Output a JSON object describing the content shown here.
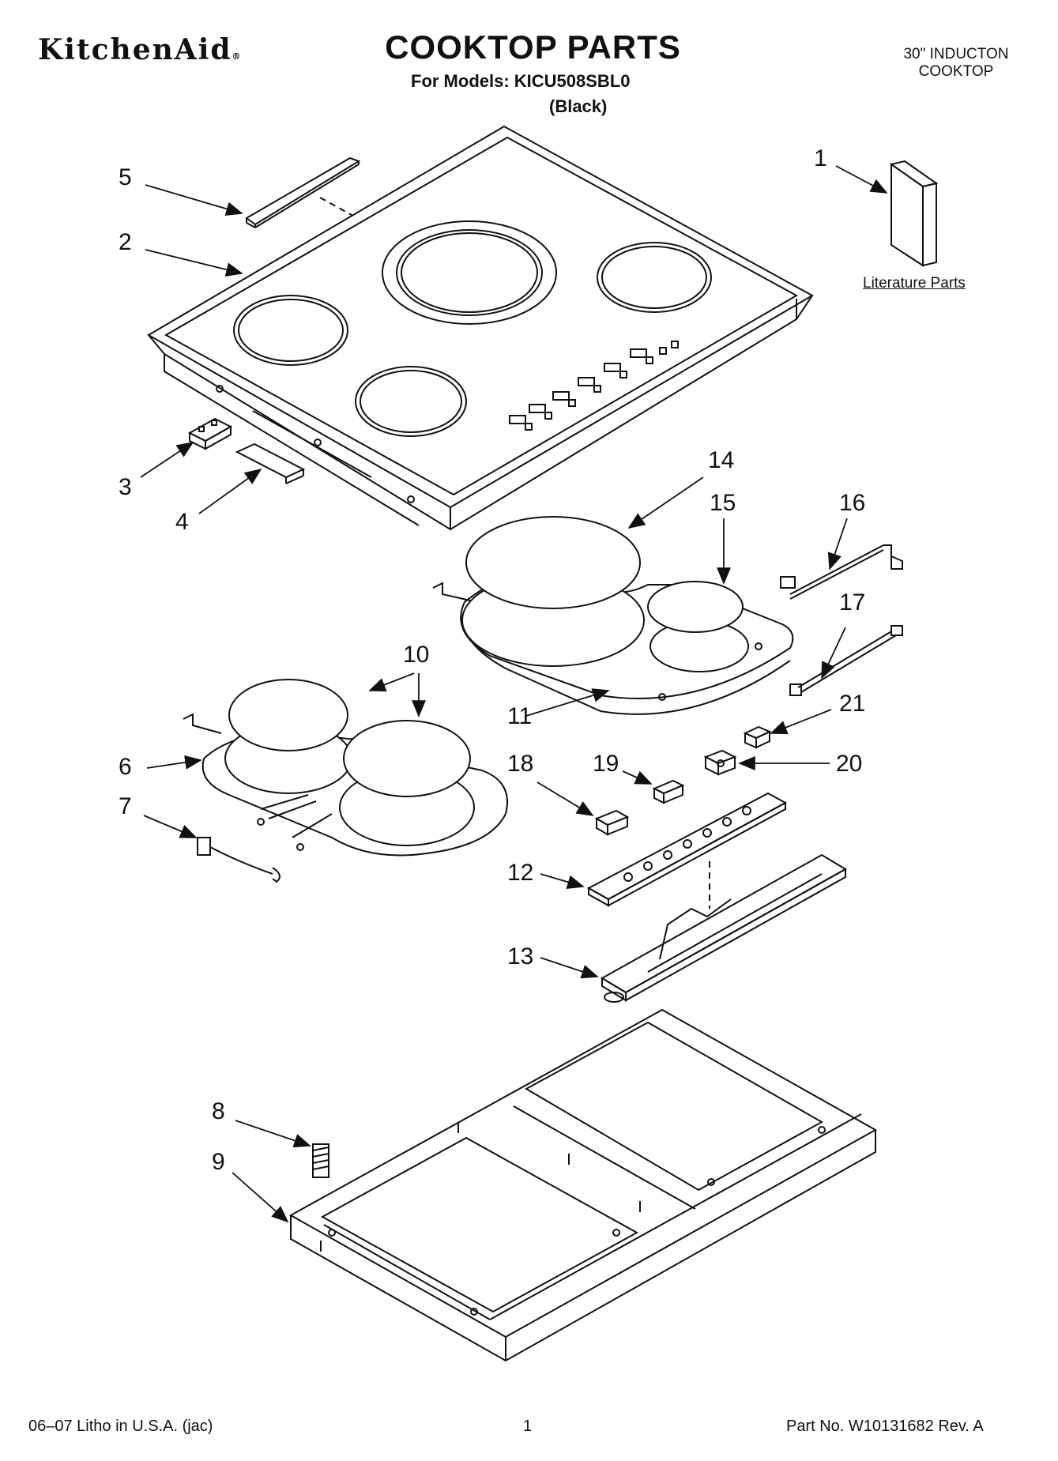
{
  "header": {
    "brand": "KitchenAid",
    "brand_mark": "®",
    "title": "COOKTOP PARTS",
    "models": "For Models: KICU508SBL0",
    "color": "(Black)",
    "product_line1": "30\" INDUCTON",
    "product_line2": "COOKTOP"
  },
  "callouts": [
    {
      "id": "1",
      "label": "1"
    },
    {
      "id": "2",
      "label": "2"
    },
    {
      "id": "3",
      "label": "3"
    },
    {
      "id": "4",
      "label": "4"
    },
    {
      "id": "5",
      "label": "5"
    },
    {
      "id": "6",
      "label": "6"
    },
    {
      "id": "7",
      "label": "7"
    },
    {
      "id": "8",
      "label": "8"
    },
    {
      "id": "9",
      "label": "9"
    },
    {
      "id": "10",
      "label": "10"
    },
    {
      "id": "11",
      "label": "11"
    },
    {
      "id": "12",
      "label": "12"
    },
    {
      "id": "13",
      "label": "13"
    },
    {
      "id": "14",
      "label": "14"
    },
    {
      "id": "15",
      "label": "15"
    },
    {
      "id": "16",
      "label": "16"
    },
    {
      "id": "17",
      "label": "17"
    },
    {
      "id": "18",
      "label": "18"
    },
    {
      "id": "19",
      "label": "19"
    },
    {
      "id": "20",
      "label": "20"
    },
    {
      "id": "21",
      "label": "21"
    }
  ],
  "literature_label": "Literature Parts",
  "footer": {
    "left": "06–07 Litho in U.S.A. (jac)",
    "page": "1",
    "right": "Part No. W10131682 Rev. A"
  }
}
